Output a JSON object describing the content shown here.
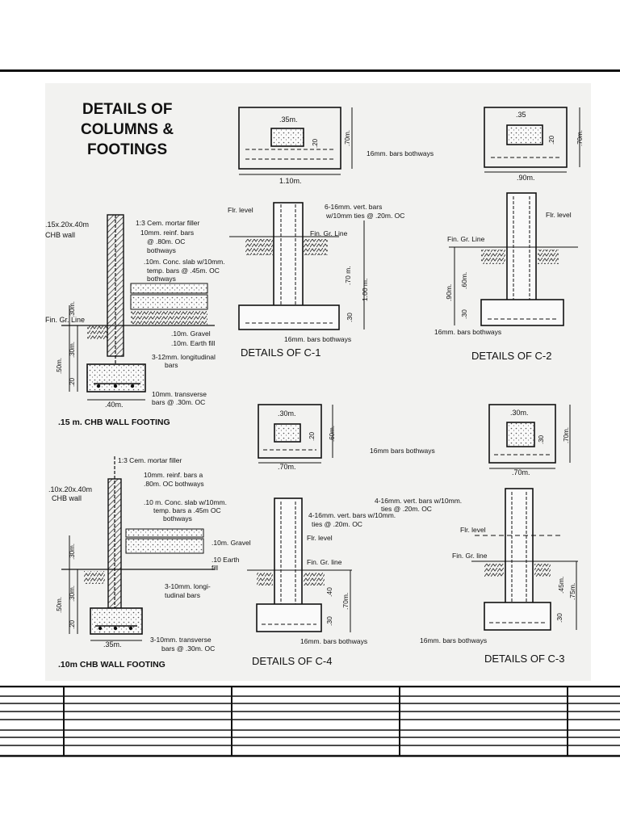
{
  "title": [
    "DETAILS OF",
    "COLUMNS &",
    "FOOTINGS"
  ],
  "wall_footing_15": {
    "label": ".15 m. CHB WALL FOOTING",
    "notes": [
      ".15x.20x.40m",
      "CHB wall",
      "1:3 Cem. mortar filler",
      "10mm. reinf. bars",
      "@ .80m. OC",
      "bothways",
      ".10m. Conc. slab w/10mm.",
      "temp. bars @ .45m. OC",
      "bothways",
      ".10m. Gravel",
      ".10m. Earth fill",
      "3-12mm. longitudinal",
      "bars",
      "10mm. transverse",
      "bars @ .30m. OC"
    ],
    "fin_gr_line": "Fin. Gr. Line",
    "dims": [
      ".30m.",
      ".30m.",
      ".50m.",
      ".20",
      ".40m."
    ]
  },
  "wall_footing_10": {
    "label": ".10m CHB WALL FOOTING",
    "notes": [
      ".10x.20x.40m",
      "CHB wall",
      "1:3 Cem. mortar filler",
      "10mm. reinf. bars a",
      ".80m. OC bothways",
      ".10 m. Conc. slab w/10mm.",
      "temp. bars a .45m OC",
      "bothways",
      ".10m. Gravel",
      ".10 Earth",
      "fill",
      "3-10mm. longi-",
      "tudinal bars",
      "3-10mm. transverse",
      "bars @ .30m. OC"
    ],
    "dims": [
      ".30m.",
      ".30m.",
      ".50m.",
      ".20",
      ".35m."
    ]
  },
  "c1": {
    "label": "DETAILS OF C-1",
    "plan": {
      "inner": ".35m.",
      "height": ".20",
      "depth": ".70m.",
      "width": "1.10m.",
      "note": "16mm. bars bothways"
    },
    "elev": {
      "flr": "Flr. level",
      "vert": [
        "6-16mm. vert. bars",
        "w/10mm ties @ .20m. OC"
      ],
      "fin": "Fin. Gr. Line",
      "h1": ".70 m.",
      "h2": "1.00 m.",
      "h3": ".30",
      "note": "16mm. bars bothways"
    }
  },
  "c2": {
    "label": "DETAILS OF C-2",
    "plan": {
      "inner": ".35",
      "height": ".20",
      "depth": ".70m.",
      "width": ".90m."
    },
    "elev": {
      "flr": "Flr. level",
      "fin": "Fin. Gr. Line",
      "h1": ".90m.",
      "h2": ".60m.",
      "h3": ".30",
      "note": "16mm. bars bothways"
    }
  },
  "c4": {
    "label": "DETAILS OF C-4",
    "plan": {
      "inner": ".30m.",
      "height": ".20",
      "depth": ".60m.",
      "width": ".70m.",
      "note": "16mm bars bothways"
    },
    "elev": {
      "flr": "Flr. level",
      "vert": [
        "4-16mm. vert. bars w/10mm.",
        "ties @ .20m. OC"
      ],
      "fin": "Fin. Gr. line",
      "h1": ".40",
      "h2": ".70m.",
      "h3": ".30",
      "note": "16mm. bars bothways"
    }
  },
  "c3": {
    "label": "DETAILS OF C-3",
    "plan": {
      "inner": ".30m.",
      "height": ".30",
      "depth": ".70m.",
      "width": ".70m."
    },
    "elev": {
      "flr": "Flr. level",
      "vert": [
        "4-16mm. vert. bars w/ 10mm.",
        "ties @ .20m. OC"
      ],
      "fin": "Fin. Gr. line",
      "h1": ".45m.",
      "h2": ".75m.",
      "h3": ".30",
      "note": "16mm. bars bothways"
    }
  }
}
